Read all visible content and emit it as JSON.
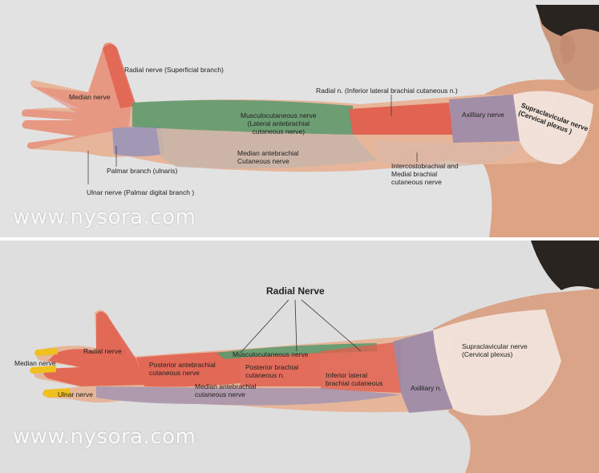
{
  "colors": {
    "skin": "#e7b59a",
    "radial": "#e0604f",
    "musculocutaneous": "#5f9a6e",
    "median_antebrachial": "#c9b4a8",
    "ulnar": "#9a93b8",
    "axillary": "#9a8aa8",
    "supraclavicular": "#f1e4dc",
    "median_digits": "#f0c020"
  },
  "top": {
    "labels": {
      "radial_superficial": "Radial nerve (Superficial branch)",
      "median": "Median nerve",
      "radial_inferior_lateral": "Radial n. (Inferior lateral brachial cutaneous n.)",
      "musculocutaneous_1": "Musculocutaneous nerve",
      "musculocutaneous_2": "(Lateral antebrachial",
      "musculocutaneous_3": "cutaneous nerve)",
      "axillary": "Axilliary nerve",
      "supraclavicular_1": "Supraclavicular nerve",
      "supraclavicular_2": "(Cervical plexus )",
      "median_antebrachial_1": "Median antebrachial",
      "median_antebrachial_2": "Cutaneous nerve",
      "palmar": "Palmar branch (ulnaris)",
      "ulnar_palmar": "Ulnar nerve (Palmar digital branch )",
      "intercostobrachial_1": "Intercostobrachial and",
      "intercostobrachial_2": "Medial brachial",
      "intercostobrachial_3": "cutaneous nerve"
    },
    "watermark": "www.nysora.com"
  },
  "bottom": {
    "labels": {
      "title": "Radial Nerve",
      "radial": "Radial nerve",
      "median": "Median nerve",
      "ulnar": "Ulnar nerve",
      "posterior_antebrachial_1": "Posterior antebrachial",
      "posterior_antebrachial_2": "cutaneous nerve",
      "musculocutaneous": "Musculocutaneous nerve",
      "posterior_brachial_1": "Posterior brachial",
      "posterior_brachial_2": "cutaneous n.",
      "inferior_lateral_1": "Inferior lateral",
      "inferior_lateral_2": "brachial cutaneous",
      "median_antebrachial_1": "Median antebrachial",
      "median_antebrachial_2": "cutaneous nerve",
      "axillary": "Axilliary n.",
      "supraclavicular_1": "Supraclavicular nerve",
      "supraclavicular_2": "(Cervical plexus)"
    },
    "watermark": "www.nysora.com"
  }
}
